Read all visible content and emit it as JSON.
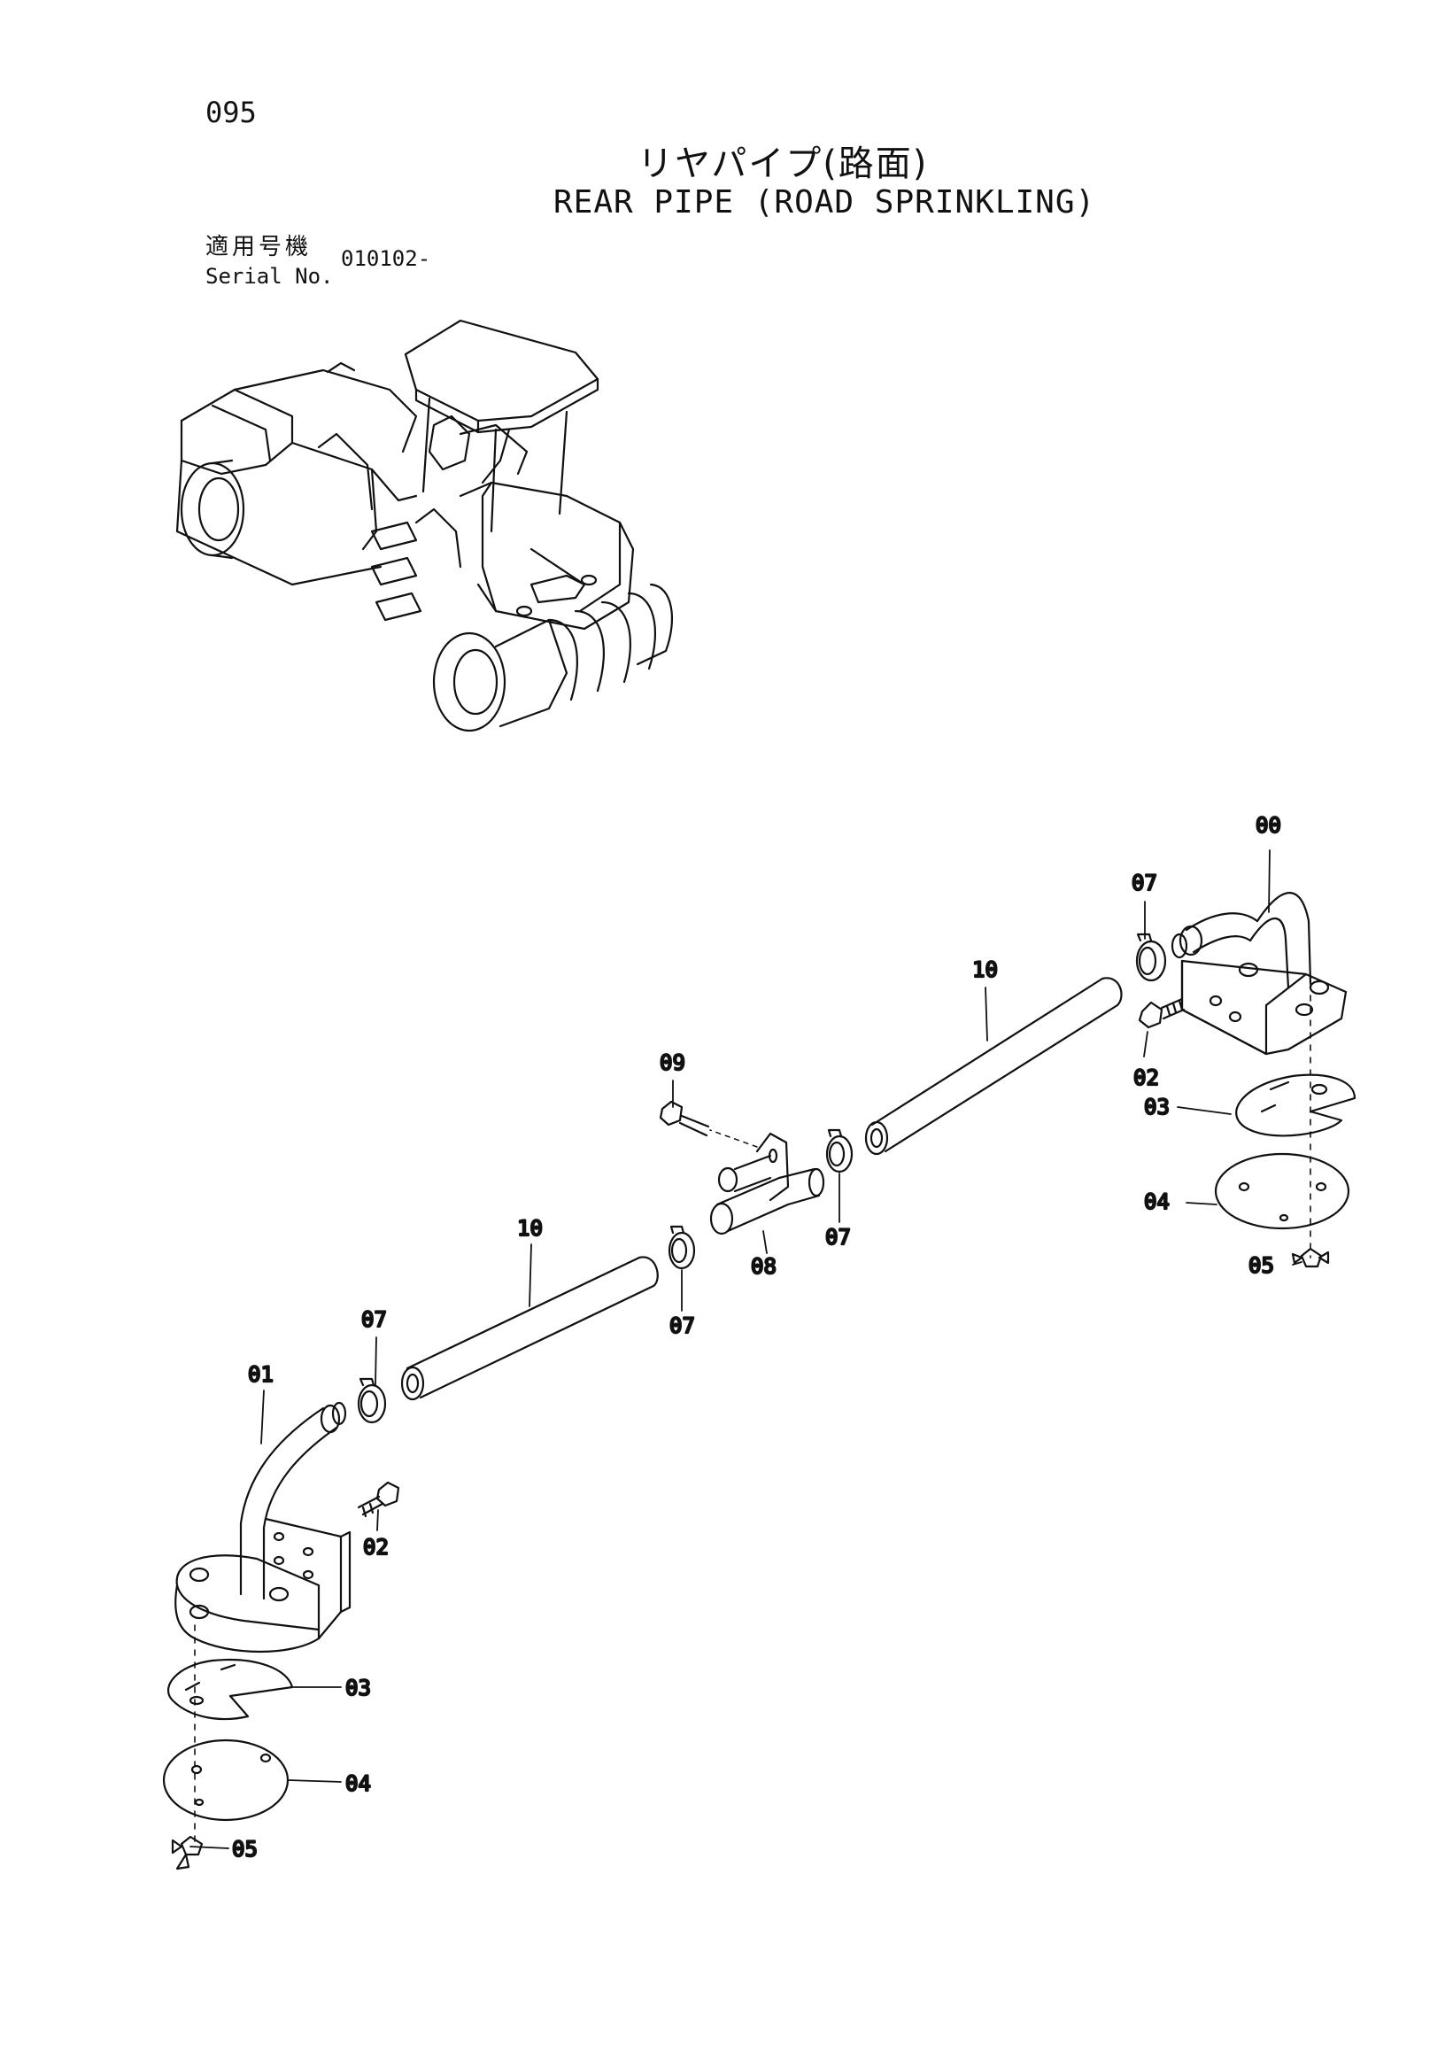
{
  "header": {
    "page_number": "095",
    "title_jp": "リヤパイプ(路面)",
    "title_en": "REAR PIPE (ROAD SPRINKLING)",
    "serial_label_jp": "適用号機",
    "serial_label_en": "Serial No.",
    "serial_value": "010102-"
  },
  "callouts": {
    "c00": "00",
    "c07a": "07",
    "c10a": "10",
    "c02a": "02",
    "c03a": "03",
    "c04a": "04",
    "c05a": "05",
    "c09": "09",
    "c08": "08",
    "c07b": "07",
    "c07c": "07",
    "c10b": "10",
    "c07d": "07",
    "c01": "01",
    "c02b": "02",
    "c03b": "03",
    "c04b": "04",
    "c05b": "05"
  },
  "colors": {
    "ink": "#111111",
    "paper": "#ffffff"
  }
}
